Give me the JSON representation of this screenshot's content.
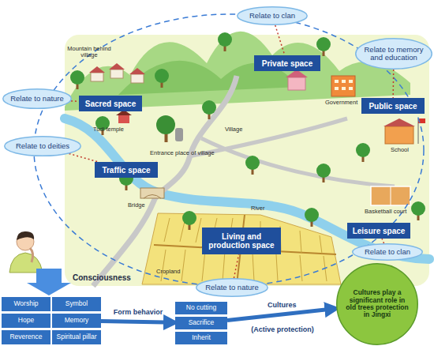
{
  "diagram": {
    "nodes": [
      {
        "text": [
          "Relate to clan"
        ]
      },
      {
        "text": [
          "Relate to memory and education"
        ]
      },
      {
        "text": [
          "Private space"
        ]
      },
      {
        "text": [
          "Relate to nature"
        ]
      },
      {
        "text": [
          "Sacred space"
        ]
      },
      {
        "text": [
          "Public space"
        ]
      },
      {
        "text": [
          "Relate to deities"
        ]
      },
      {
        "text": [
          "Traffic space"
        ]
      },
      {
        "text": [
          "Living and production space"
        ]
      },
      {
        "text": [
          "Leisure space"
        ]
      },
      {
        "text": [
          "Relate to clan"
        ]
      },
      {
        "text": [
          "Relate to nature"
        ]
      },
      {
        "text": [
          "Worship"
        ]
      },
      {
        "text": [
          "Symbol"
        ]
      },
      {
        "text": [
          "Hope"
        ]
      },
      {
        "text": [
          "Memory"
        ]
      },
      {
        "text": [
          "Reverence"
        ]
      },
      {
        "text": [
          "Spiritual pillar"
        ]
      },
      {
        "text": [
          "No cutting"
        ]
      },
      {
        "text": [
          "Sacrifice"
        ]
      },
      {
        "text": [
          "Inherit"
        ]
      },
      {
        "text": [
          "Cultures play a significant role in old trees protection in Jingxi"
        ]
      }
    ],
    "edges": [
      {
        "from": 0,
        "to": 2,
        "arrow": "none"
      },
      {
        "from": 1,
        "to": 5,
        "arrow": "none"
      },
      {
        "from": 3,
        "to": 4,
        "arrow": "none"
      },
      {
        "from": 6,
        "to": 7,
        "arrow": "none"
      },
      {
        "from": 10,
        "to": 9,
        "arrow": "none"
      },
      {
        "from": 11,
        "to": 8,
        "arrow": "none"
      },
      {
        "from": 15,
        "to": 19,
        "label": "Form behavior",
        "arrow": "to"
      },
      {
        "from": 19,
        "to": 21,
        "label": "Cultures",
        "arrow": "to"
      }
    ],
    "labels": [
      "Mountain behind village",
      "Tudi temple",
      "Village",
      "Entrance place of village",
      "Government",
      "School",
      "Bridge",
      "River",
      "Basketball court",
      "Cropland",
      "Consciousness",
      "(Active protection)"
    ]
  }
}
